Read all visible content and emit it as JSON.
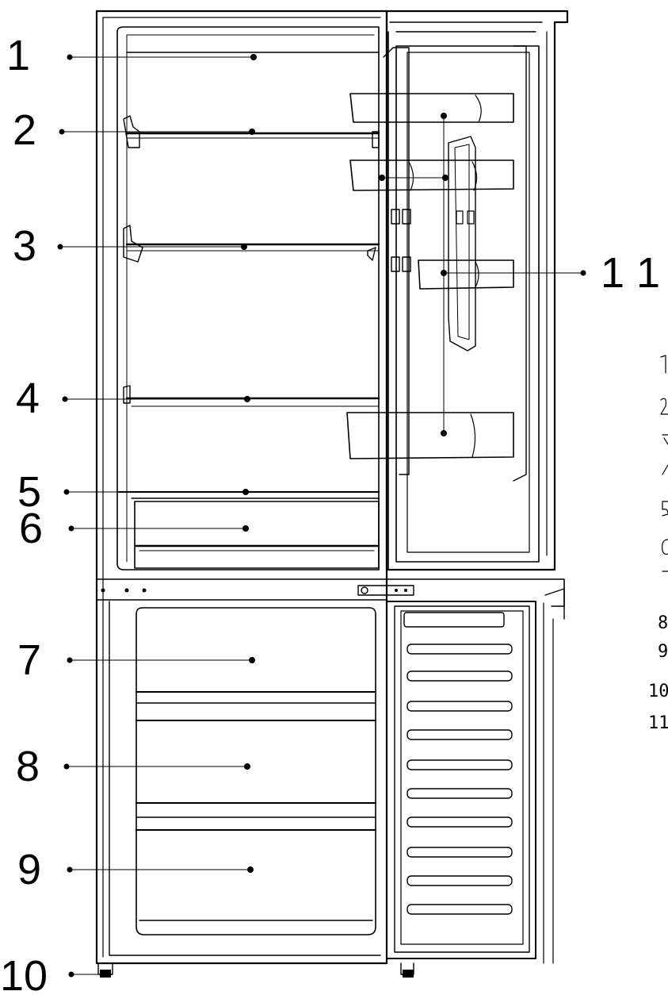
{
  "colors": {
    "line": "#000000",
    "background": "#ffffff"
  },
  "callouts": [
    {
      "label": "1"
    },
    {
      "label": "2"
    },
    {
      "label": "3"
    },
    {
      "label": "4"
    },
    {
      "label": "5"
    },
    {
      "label": "6"
    },
    {
      "label": "7"
    },
    {
      "label": "8"
    },
    {
      "label": "9"
    },
    {
      "label": "10"
    },
    {
      "label": "1 1"
    }
  ],
  "side_list": [
    {
      "label": "8"
    },
    {
      "label": "9"
    },
    {
      "label": "10"
    },
    {
      "label": "11"
    }
  ]
}
